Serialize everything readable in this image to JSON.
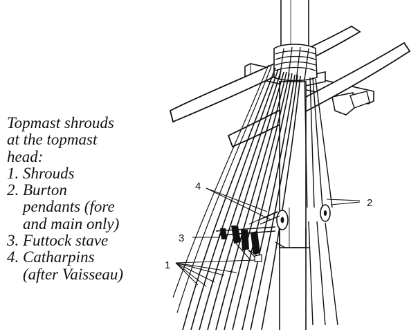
{
  "caption": {
    "lines": [
      "Topmast shrouds",
      "at the topmast",
      "head:",
      "1. Shrouds",
      "2. Burton",
      "pendants (fore",
      "and main only)",
      "3. Futtock stave",
      "4. Catharpins",
      "(after Vaisseau)"
    ]
  },
  "callouts": {
    "one": "1",
    "two": "2",
    "three": "3",
    "four": "4"
  },
  "colors": {
    "ink": "#111111",
    "paper": "#ffffff"
  }
}
